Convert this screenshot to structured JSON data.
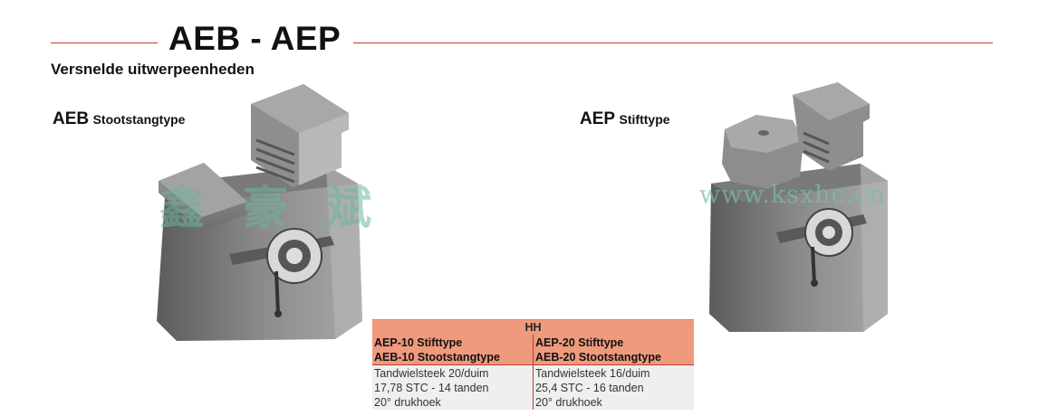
{
  "header": {
    "title": "AEB - AEP",
    "subtitle": "Versnelde uitwerpeenheden"
  },
  "products": [
    {
      "code": "AEB",
      "type": "Stootstangtype"
    },
    {
      "code": "AEP",
      "type": "Stifttype"
    }
  ],
  "watermark": {
    "chinese": "鑫豪斌",
    "url": "www.ksxhc.cn"
  },
  "spec_table": {
    "header": "HH",
    "columns": [
      {
        "heading": [
          "AEP-10 Stifttype",
          "AEB-10 Stootstangtype"
        ],
        "rows": [
          "Tandwielsteek 20/duim",
          "17,78 STC - 14 tanden",
          "20° drukhoek"
        ]
      },
      {
        "heading": [
          "AEP-20 Stifttype",
          "AEB-20 Stootstangtype"
        ],
        "rows": [
          "Tandwielsteek 16/duim",
          "25,4 STC - 16 tanden",
          "20° drukhoek"
        ]
      }
    ]
  },
  "colors": {
    "accent_rule": "#c0392b",
    "table_header_bg": "#ef9a7d",
    "table_body_bg": "#efefef"
  }
}
